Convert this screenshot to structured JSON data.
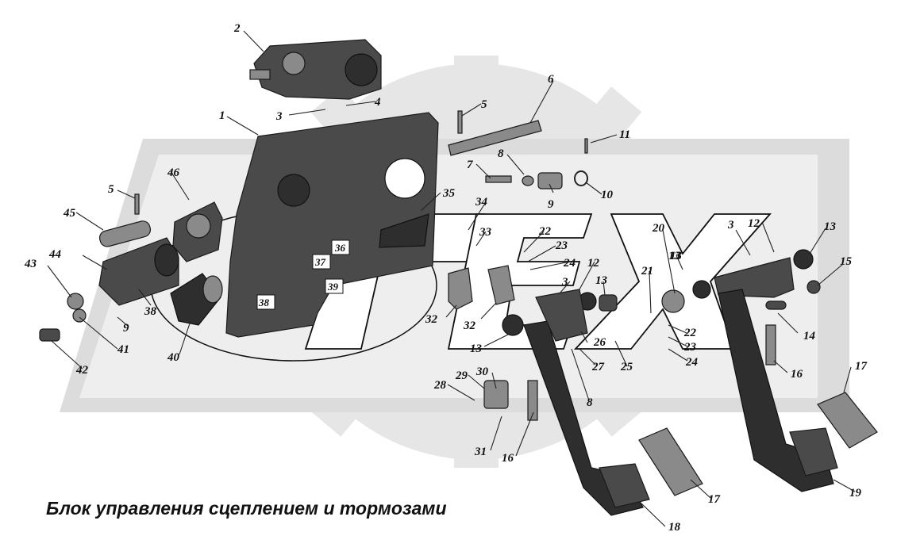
{
  "caption": "Блок управления сцеплением и тормозами",
  "watermark": {
    "text": "РЕХ"
  },
  "labels": [
    {
      "id": "l1",
      "text": "1"
    },
    {
      "id": "l2",
      "text": "2"
    },
    {
      "id": "l3a",
      "text": "3"
    },
    {
      "id": "l4",
      "text": "4"
    },
    {
      "id": "l5a",
      "text": "5"
    },
    {
      "id": "l6",
      "text": "6"
    },
    {
      "id": "l11",
      "text": "11"
    },
    {
      "id": "l8a",
      "text": "8"
    },
    {
      "id": "l7",
      "text": "7"
    },
    {
      "id": "l9a",
      "text": "9"
    },
    {
      "id": "l10",
      "text": "10"
    },
    {
      "id": "l46",
      "text": "46"
    },
    {
      "id": "l5b",
      "text": "5"
    },
    {
      "id": "l45",
      "text": "45"
    },
    {
      "id": "l35",
      "text": "35"
    },
    {
      "id": "l34",
      "text": "34"
    },
    {
      "id": "l33",
      "text": "33"
    },
    {
      "id": "l22a",
      "text": "22"
    },
    {
      "id": "l23a",
      "text": "23"
    },
    {
      "id": "l24a",
      "text": "24"
    },
    {
      "id": "l12a",
      "text": "12"
    },
    {
      "id": "l3b",
      "text": "3"
    },
    {
      "id": "l13a",
      "text": "13"
    },
    {
      "id": "l20",
      "text": "20"
    },
    {
      "id": "l13b",
      "text": "13"
    },
    {
      "id": "l21",
      "text": "21"
    },
    {
      "id": "l3c",
      "text": "3"
    },
    {
      "id": "l12b",
      "text": "12"
    },
    {
      "id": "l13c",
      "text": "13"
    },
    {
      "id": "l15",
      "text": "15"
    },
    {
      "id": "l43",
      "text": "43"
    },
    {
      "id": "l44",
      "text": "44"
    },
    {
      "id": "l38a",
      "text": "38"
    },
    {
      "id": "l9b",
      "text": "9"
    },
    {
      "id": "l41",
      "text": "41"
    },
    {
      "id": "l42",
      "text": "42"
    },
    {
      "id": "l40",
      "text": "40"
    },
    {
      "id": "l36",
      "text": "36"
    },
    {
      "id": "l37",
      "text": "37"
    },
    {
      "id": "l39",
      "text": "39"
    },
    {
      "id": "l38b",
      "text": "38"
    },
    {
      "id": "l32a",
      "text": "32"
    },
    {
      "id": "l32b",
      "text": "32"
    },
    {
      "id": "l13d",
      "text": "13"
    },
    {
      "id": "l26",
      "text": "26"
    },
    {
      "id": "l27",
      "text": "27"
    },
    {
      "id": "l25",
      "text": "25"
    },
    {
      "id": "l22b",
      "text": "22"
    },
    {
      "id": "l23b",
      "text": "23"
    },
    {
      "id": "l24b",
      "text": "24"
    },
    {
      "id": "l14",
      "text": "14"
    },
    {
      "id": "l16a",
      "text": "16"
    },
    {
      "id": "l17a",
      "text": "17"
    },
    {
      "id": "l8b",
      "text": "8"
    },
    {
      "id": "l28",
      "text": "28"
    },
    {
      "id": "l29",
      "text": "29"
    },
    {
      "id": "l30",
      "text": "30"
    },
    {
      "id": "l31",
      "text": "31"
    },
    {
      "id": "l16b",
      "text": "16"
    },
    {
      "id": "l17b",
      "text": "17"
    },
    {
      "id": "l18",
      "text": "18"
    },
    {
      "id": "l19",
      "text": "19"
    },
    {
      "id": "l13e",
      "text": "13"
    }
  ]
}
